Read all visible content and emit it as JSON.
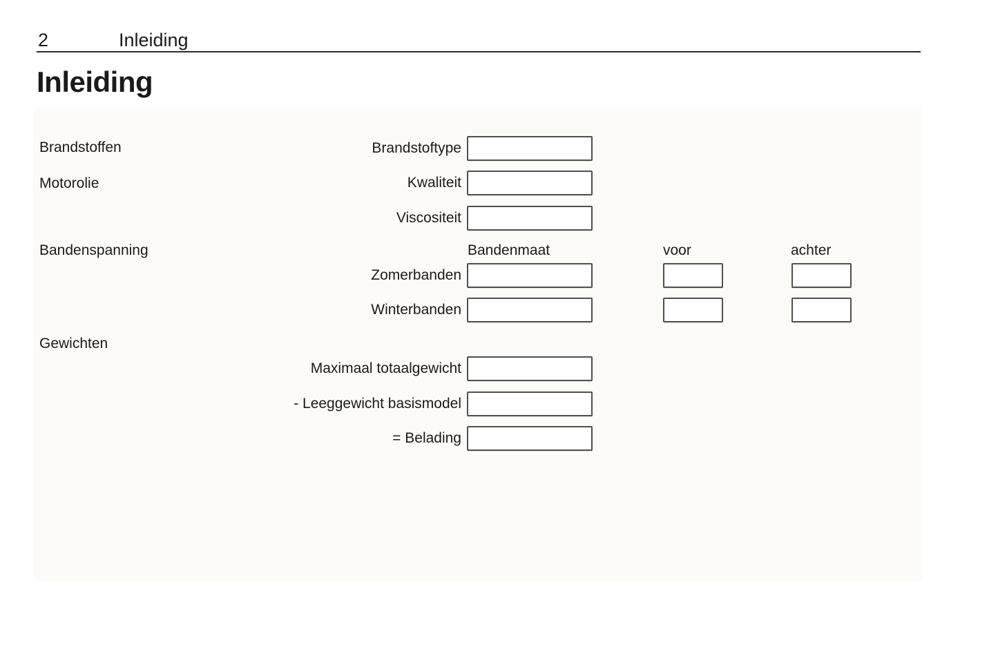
{
  "header": {
    "page_number": "2",
    "chapter_title": "Inleiding"
  },
  "title": "Inleiding",
  "sections": {
    "brandstoffen": "Brandstoffen",
    "motorolie": "Motorolie",
    "bandenspanning": "Bandenspanning",
    "gewichten": "Gewichten"
  },
  "columns": {
    "bandenmaat": "Bandenmaat",
    "voor": "voor",
    "achter": "achter"
  },
  "fields": {
    "brandstoftype": {
      "label": "Brandstoftype",
      "value": ""
    },
    "kwaliteit": {
      "label": "Kwaliteit",
      "value": ""
    },
    "viscositeit": {
      "label": "Viscositeit",
      "value": ""
    },
    "zomerbanden": {
      "label": "Zomerbanden",
      "bandenmaat": "",
      "voor": "",
      "achter": ""
    },
    "winterbanden": {
      "label": "Winterbanden",
      "bandenmaat": "",
      "voor": "",
      "achter": ""
    },
    "maximaal_totaalgewicht": {
      "label": "Maximaal totaalgewicht",
      "value": ""
    },
    "leeggewicht_basismodel": {
      "label": "- Leeggewicht basismodel",
      "value": ""
    },
    "belading": {
      "label": "= Belading",
      "value": ""
    }
  },
  "colors": {
    "text": "#1a1a1a",
    "rule": "#2b2b2b",
    "box_border": "#4f4f4f",
    "box_fill": "#ffffff",
    "content_background": "#fdfbf7",
    "page_background": "#ffffff"
  }
}
